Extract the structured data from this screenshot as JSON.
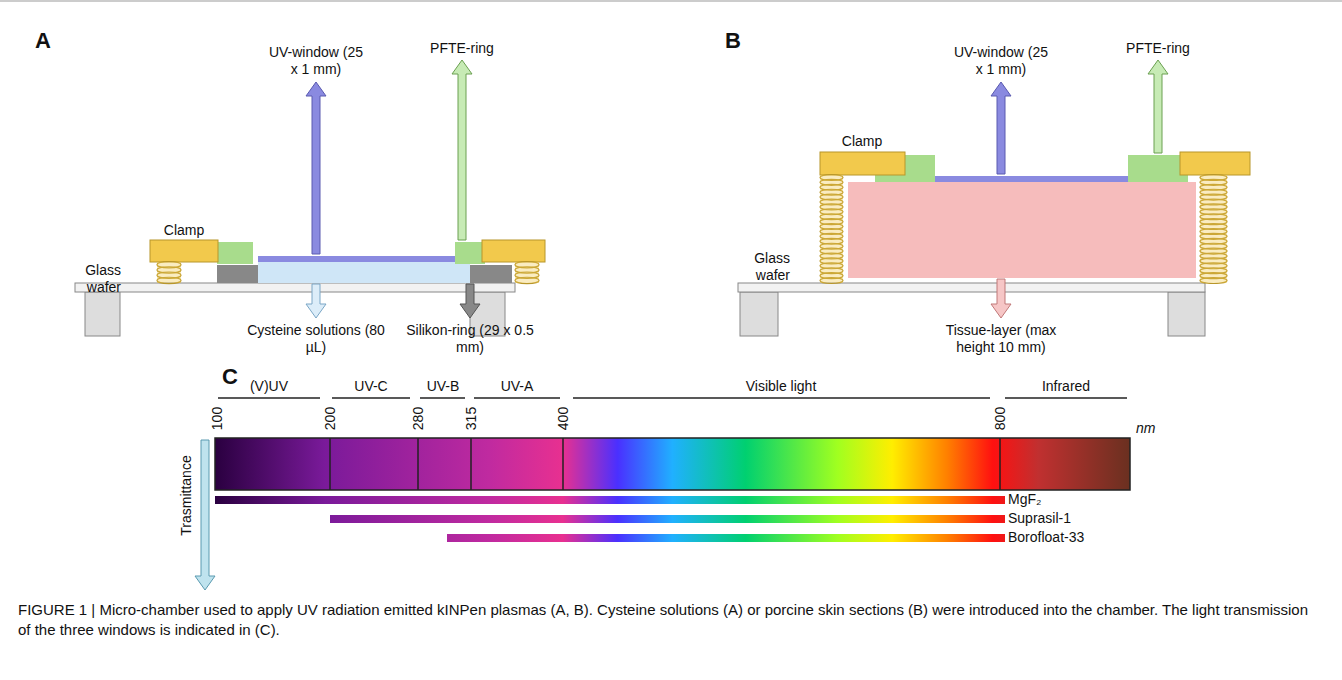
{
  "diagram": {
    "caption": "FIGURE 1 | Micro-chamber used to apply UV radiation emitted kINPen plasmas (A, B). Cysteine solutions (A) or porcine skin sections (B) were introduced into the chamber. The light transmission of the three windows is indicated in (C).",
    "labels": [
      "A",
      "UV-window (25 x 1 mm)",
      "PFTE-ring",
      "Clamp",
      "Glass wafer",
      "Cysteine solutions (80 µL)",
      "Silikon-ring (29 x 0.5 mm)",
      "B",
      "UV-window (25 x 1 mm)",
      "PFTE-ring",
      "Clamp",
      "Glass wafer",
      "Tissue-layer (max height 10 mm)",
      "C",
      "(V)UV",
      "UV-C",
      "UV-B",
      "UV-A",
      "Visible light",
      "Infrared",
      "100",
      "200",
      "280",
      "315",
      "400",
      "800",
      "nm",
      "Trasmittance",
      "MgF₂",
      "Suprasil-1",
      "Borofloat-33"
    ]
  }
}
